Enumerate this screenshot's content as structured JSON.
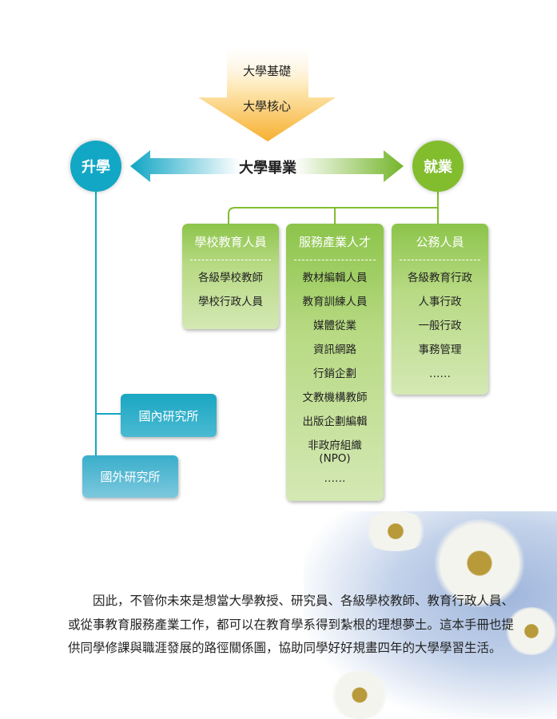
{
  "top_arrow": {
    "line1": "大學基礎",
    "line2": "大學核心"
  },
  "center_arrow": {
    "label": "大學畢業"
  },
  "left_circle": {
    "label": "升學",
    "color": "#12a7c4"
  },
  "right_circle": {
    "label": "就業",
    "color": "#82bd2e"
  },
  "employment_boxes": [
    {
      "title": "學校教育人員",
      "items": [
        "各級學校教師",
        "學校行政人員"
      ]
    },
    {
      "title": "服務產業人才",
      "items": [
        "教材編輯人員",
        "教育訓練人員",
        "媒體從業",
        "資訊網路",
        "行銷企劃",
        "文教機構教師",
        "出版企劃編輯",
        "非政府組織\n(NPO)",
        "……"
      ]
    },
    {
      "title": "公務人員",
      "items": [
        "各級教育行政",
        "人事行政",
        "一般行政",
        "事務管理",
        "……"
      ]
    }
  ],
  "study_boxes": [
    "國內研究所",
    "國外研究所"
  ],
  "paragraph": "因此，不管你未來是想當大學教授、研究員、各級學校教師、教育行政人員、或從事教育服務產業工作，都可以在教育學系得到紮根的理想夢土。這本手冊也提供同學修課與職涯發展的路徑關係圖，協助同學好好規畫四年的大學學習生活。"
}
